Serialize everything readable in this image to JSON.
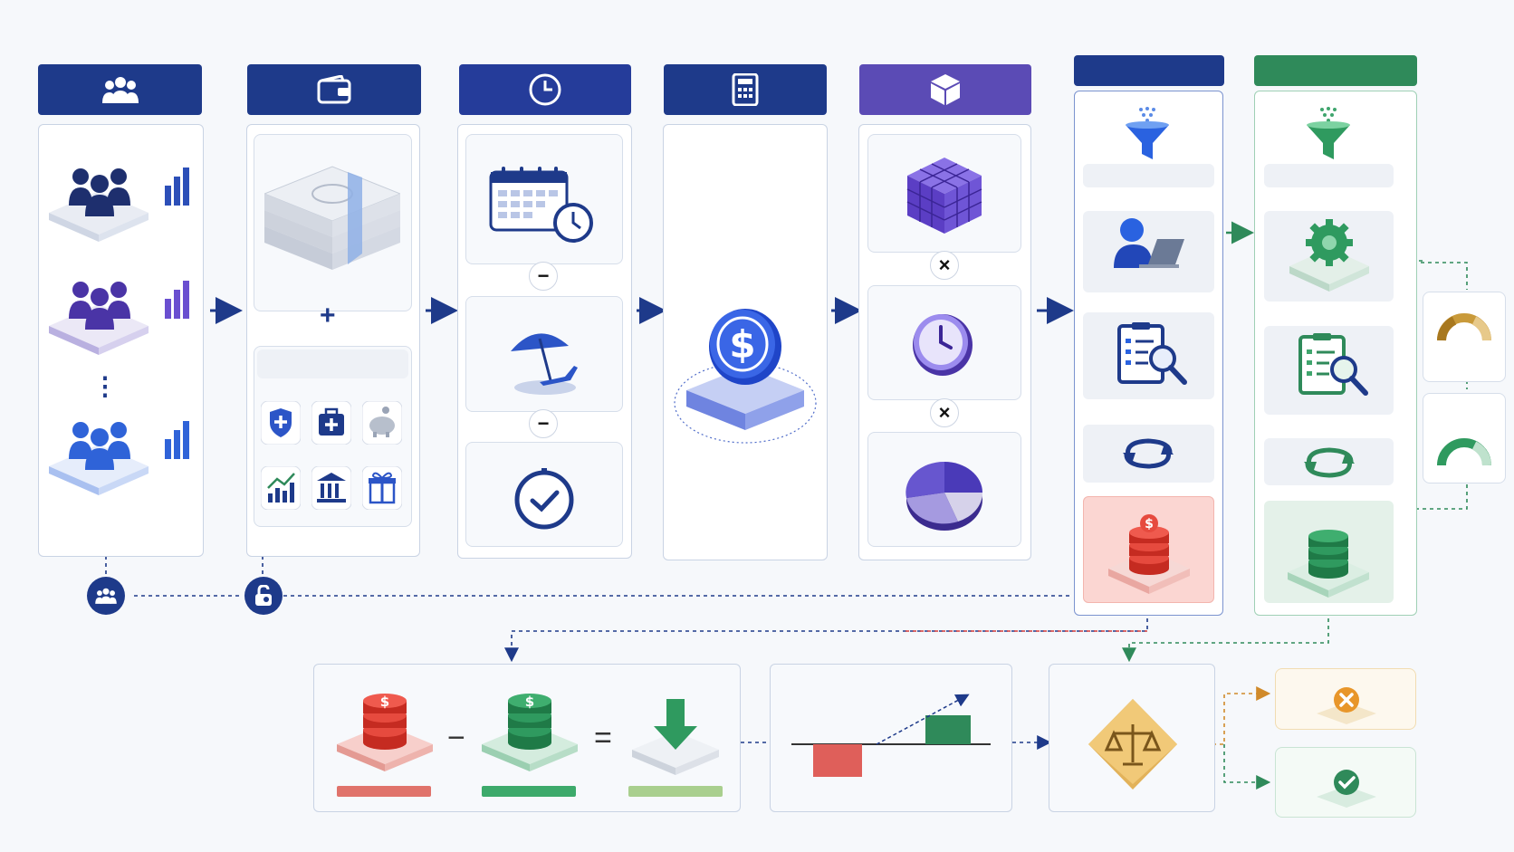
{
  "colors": {
    "navy": "#1e3a8a",
    "indigo": "#253c9a",
    "purple": "#5b4bb5",
    "green": "#2f8a5a",
    "red": "#e05a52",
    "gold": "#c9a24a",
    "line_blue": "#1e3a8a",
    "line_red": "#d23b3b",
    "line_green": "#2f8a5a"
  },
  "columns": [
    {
      "header_icon": "people-icon",
      "items": [
        "team-large-icon",
        "team-purple-icon",
        "ellipsis",
        "team-blue-icon"
      ]
    },
    {
      "header_icon": "wallet-icon",
      "items": [
        "cash-stack-icon",
        "plus",
        "shield-icon",
        "medkit-icon",
        "piggy-bank-icon",
        "growth-chart-icon",
        "bank-icon",
        "gift-icon"
      ]
    },
    {
      "header_icon": "clock-icon",
      "items": [
        "calendar-clock-icon",
        "minus",
        "vacation-umbrella-icon",
        "minus",
        "check-clock-icon"
      ]
    },
    {
      "header_icon": "calculator-icon",
      "items": [
        "dollar-coin-icon"
      ]
    },
    {
      "header_icon": "cube-icon",
      "items": [
        "cube-grid-icon",
        "times",
        "clock-icon",
        "times",
        "pie-chart-icon"
      ]
    },
    {
      "header_icon": "",
      "items": [
        "funnel-icon",
        "person-laptop-icon",
        "clipboard-search-icon",
        "refresh-icon",
        "red-coin-stack-icon"
      ]
    },
    {
      "header_icon": "",
      "items": [
        "funnel-icon",
        "green-gear-icon",
        "clipboard-search-icon",
        "refresh-icon",
        "green-coin-stack-icon"
      ]
    }
  ],
  "side_gauges": [
    "gold-gauge-icon",
    "green-gauge-icon"
  ],
  "bottom": {
    "equation": {
      "operators": [
        "−",
        "="
      ]
    },
    "operators_times": "×",
    "operators_minus": "−",
    "plus": "+",
    "ellipsis": "⋮"
  },
  "outcomes": [
    "reject-icon",
    "approve-icon"
  ]
}
